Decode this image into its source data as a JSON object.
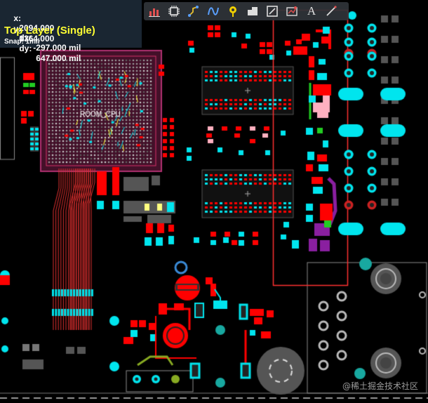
{
  "hud": {
    "x_label": "x:",
    "x_value": "2094.000",
    "dx_label": "dx:",
    "dx_value": "-297.000 mil",
    "y_label": "y:",
    "y_value": "1364.000",
    "dy_label": "dy:",
    "dy_value": "647.000 mil",
    "layer": "Top Layer (Single)",
    "snap": "Snap: 1mil"
  },
  "board": {
    "component_label": "ROOM_CPU"
  },
  "toolbar": {
    "tools": [
      {
        "icon": "bar-chart-icon",
        "color": "#e05050"
      },
      {
        "icon": "chip-icon",
        "color": "#dddddd"
      },
      {
        "icon": "route-track-icon",
        "color": "#e8c030"
      },
      {
        "icon": "interactive-route-icon",
        "color": "#5aa0ff"
      },
      {
        "icon": "pin-marker-icon",
        "color": "#f0d000"
      },
      {
        "icon": "fill-region-icon",
        "color": "#dddddd"
      },
      {
        "icon": "keepout-icon",
        "color": "#dddddd"
      },
      {
        "icon": "dimension-icon",
        "color": "#e05050"
      },
      {
        "icon": "text-tool-icon",
        "color": "#dddddd"
      },
      {
        "icon": "line-tool-icon",
        "color": "#dddddd"
      }
    ],
    "text_tool_glyph": "A"
  },
  "watermark": "@稀土掘金技术社区",
  "colors": {
    "board_bg": "#000000",
    "top_copper": "#ff0000",
    "pad": "#00e5ee",
    "silkscreen": "#ffff33",
    "room": "#7a1e4a",
    "selection_box": "#ff3030",
    "purple_layer": "#8a1fa0",
    "mechanical": "#8c8c8c"
  }
}
